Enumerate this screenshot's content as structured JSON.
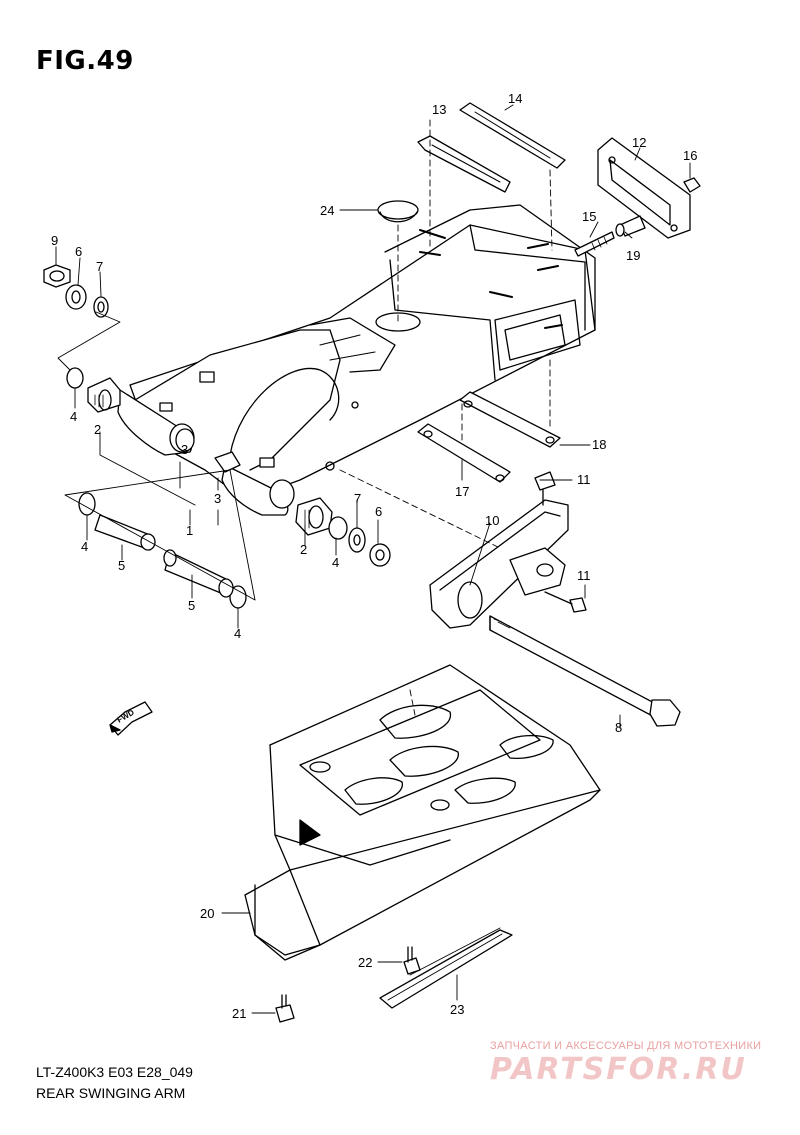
{
  "figure": {
    "title": "FIG.49"
  },
  "callouts": {
    "c1": "1",
    "c2a": "2",
    "c2b": "2",
    "c3a": "3",
    "c3b": "3",
    "c4a": "4",
    "c4b": "4",
    "c4c": "4",
    "c4d": "4",
    "c5a": "5",
    "c5b": "5",
    "c6a": "6",
    "c6b": "6",
    "c7a": "7",
    "c7b": "7",
    "c8": "8",
    "c9": "9",
    "c10": "10",
    "c11a": "11",
    "c11b": "11",
    "c12": "12",
    "c13": "13",
    "c14": "14",
    "c15": "15",
    "c16": "16",
    "c17": "17",
    "c18": "18",
    "c19": "19",
    "c20": "20",
    "c21": "21",
    "c22": "22",
    "c23": "23",
    "c24": "24"
  },
  "fwd_marker": {
    "label": "FWD",
    "icon": "forward-arrow-icon"
  },
  "footer": {
    "model_code": "LT-Z400K3 E03 E28_049",
    "caption": "REAR SWINGING ARM"
  },
  "watermark": {
    "tagline": "ЗАПЧАСТИ И АКСЕССУАРЫ ДЛЯ МОТОТЕХНИКИ",
    "brand": "PARTSFOR.RU"
  },
  "colors": {
    "line": "#000000",
    "background": "#ffffff",
    "watermark": "#e8a0a0"
  }
}
